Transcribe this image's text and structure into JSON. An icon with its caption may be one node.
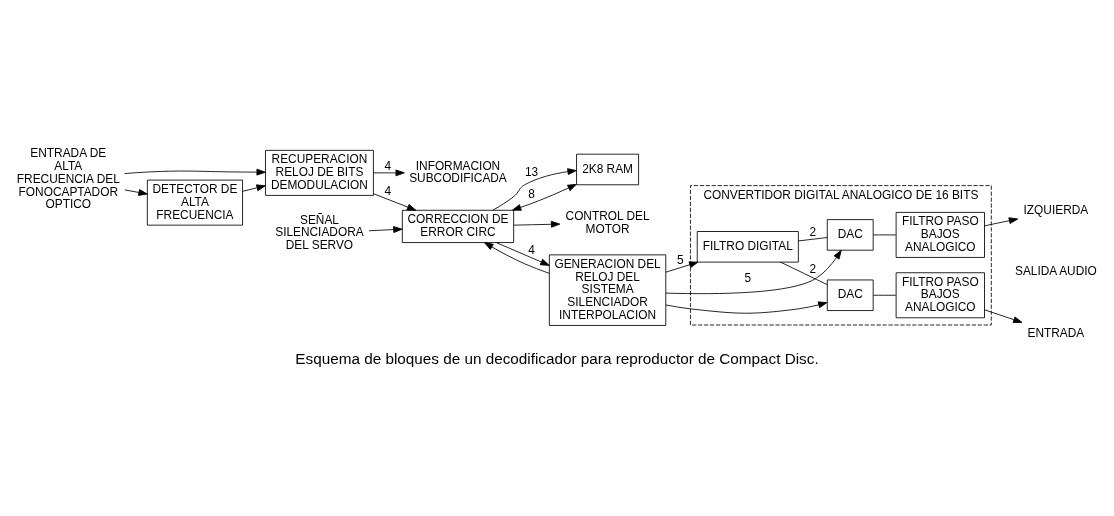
{
  "diagram": {
    "caption": "Esquema de bloques de un decodificador para reproductor de Compact Disc.",
    "nodes": [
      {
        "text": [
          "ENTRADA DE ALTA FRECUENCIA DEL FONOCAPTADOR OPTICO"
        ]
      },
      {
        "text": [
          "RECUPERACION RELOJ DE BITS DEMODULACION"
        ]
      },
      {
        "text": [
          "DETECTOR DE ALTA FRECUENCIA"
        ]
      },
      {
        "text": [
          "INFORMACION SUBCODIFICADA"
        ]
      },
      {
        "text": [
          "2K8 RAM"
        ]
      },
      {
        "text": [
          "CORRECCION DE ERROR CIRC"
        ]
      },
      {
        "text": [
          "SEÑAL SILENCIADORA DEL SERVO"
        ]
      },
      {
        "text": [
          "CONTROL DEL MOTOR"
        ]
      },
      {
        "text": [
          "GENERACION DEL RELOJ DEL SISTEMA SILENCIADOR INTERPOLACION"
        ]
      },
      {
        "text": [
          "CONVERTIDOR DIGITAL ANALOGICO DE 16 BITS"
        ]
      },
      {
        "text": [
          "FILTRO DIGITAL"
        ],
        "in": 9
      },
      {
        "text": [
          "DAC"
        ],
        "in": 9
      },
      {
        "text": [
          "DAC"
        ],
        "in": 9
      },
      {
        "text": [
          "FILTRO PASO BAJOS ANALOGICO"
        ],
        "in": 9
      },
      {
        "text": [
          "FILTRO PASO BAJOS ANALOGICO"
        ],
        "in": 9
      },
      {
        "text": [
          "IZQUIERDA"
        ]
      },
      {
        "text": [
          "ENTRADA"
        ]
      }
    ],
    "edges": [
      {
        "from": 0,
        "to": 1,
        "arrow": "to"
      },
      {
        "from": 0,
        "to": 2,
        "arrow": "to"
      },
      {
        "from": 2,
        "to": 1,
        "arrow": "to"
      },
      {
        "from": 1,
        "to": 3,
        "arrow": "to",
        "label": "4"
      },
      {
        "from": 1,
        "to": 5,
        "arrow": "to",
        "label": "4"
      },
      {
        "from": 5,
        "to": 4,
        "arrow": "to",
        "label": "13"
      },
      {
        "from": 4,
        "to": 5,
        "arrow": "both",
        "label": "8"
      },
      {
        "from": 5,
        "to": 8,
        "arrow": "to",
        "label": "4"
      },
      {
        "from": 8,
        "to": 5,
        "arrow": "to"
      },
      {
        "from": 6,
        "to": 5,
        "arrow": "to"
      },
      {
        "from": 5,
        "to": 7,
        "arrow": "to"
      },
      {
        "from": 8,
        "to": 10,
        "arrow": "to",
        "label": "5"
      },
      {
        "from": 8,
        "to": 11,
        "arrow": "to",
        "label": "5"
      },
      {
        "from": 8,
        "to": 12,
        "arrow": "to"
      },
      {
        "from": 10,
        "to": 11,
        "arrow": "none",
        "label": "2"
      },
      {
        "from": 10,
        "to": 12,
        "arrow": "none",
        "label": "2"
      },
      {
        "from": 11,
        "to": 13,
        "arrow": "none"
      },
      {
        "from": 12,
        "to": 14,
        "arrow": "none"
      },
      {
        "from": 13,
        "to": 15,
        "arrow": "to"
      },
      {
        "from": 14,
        "to": 16,
        "arrow": "to"
      }
    ],
    "labels": [
      "SALIDA AUDIO"
    ]
  }
}
